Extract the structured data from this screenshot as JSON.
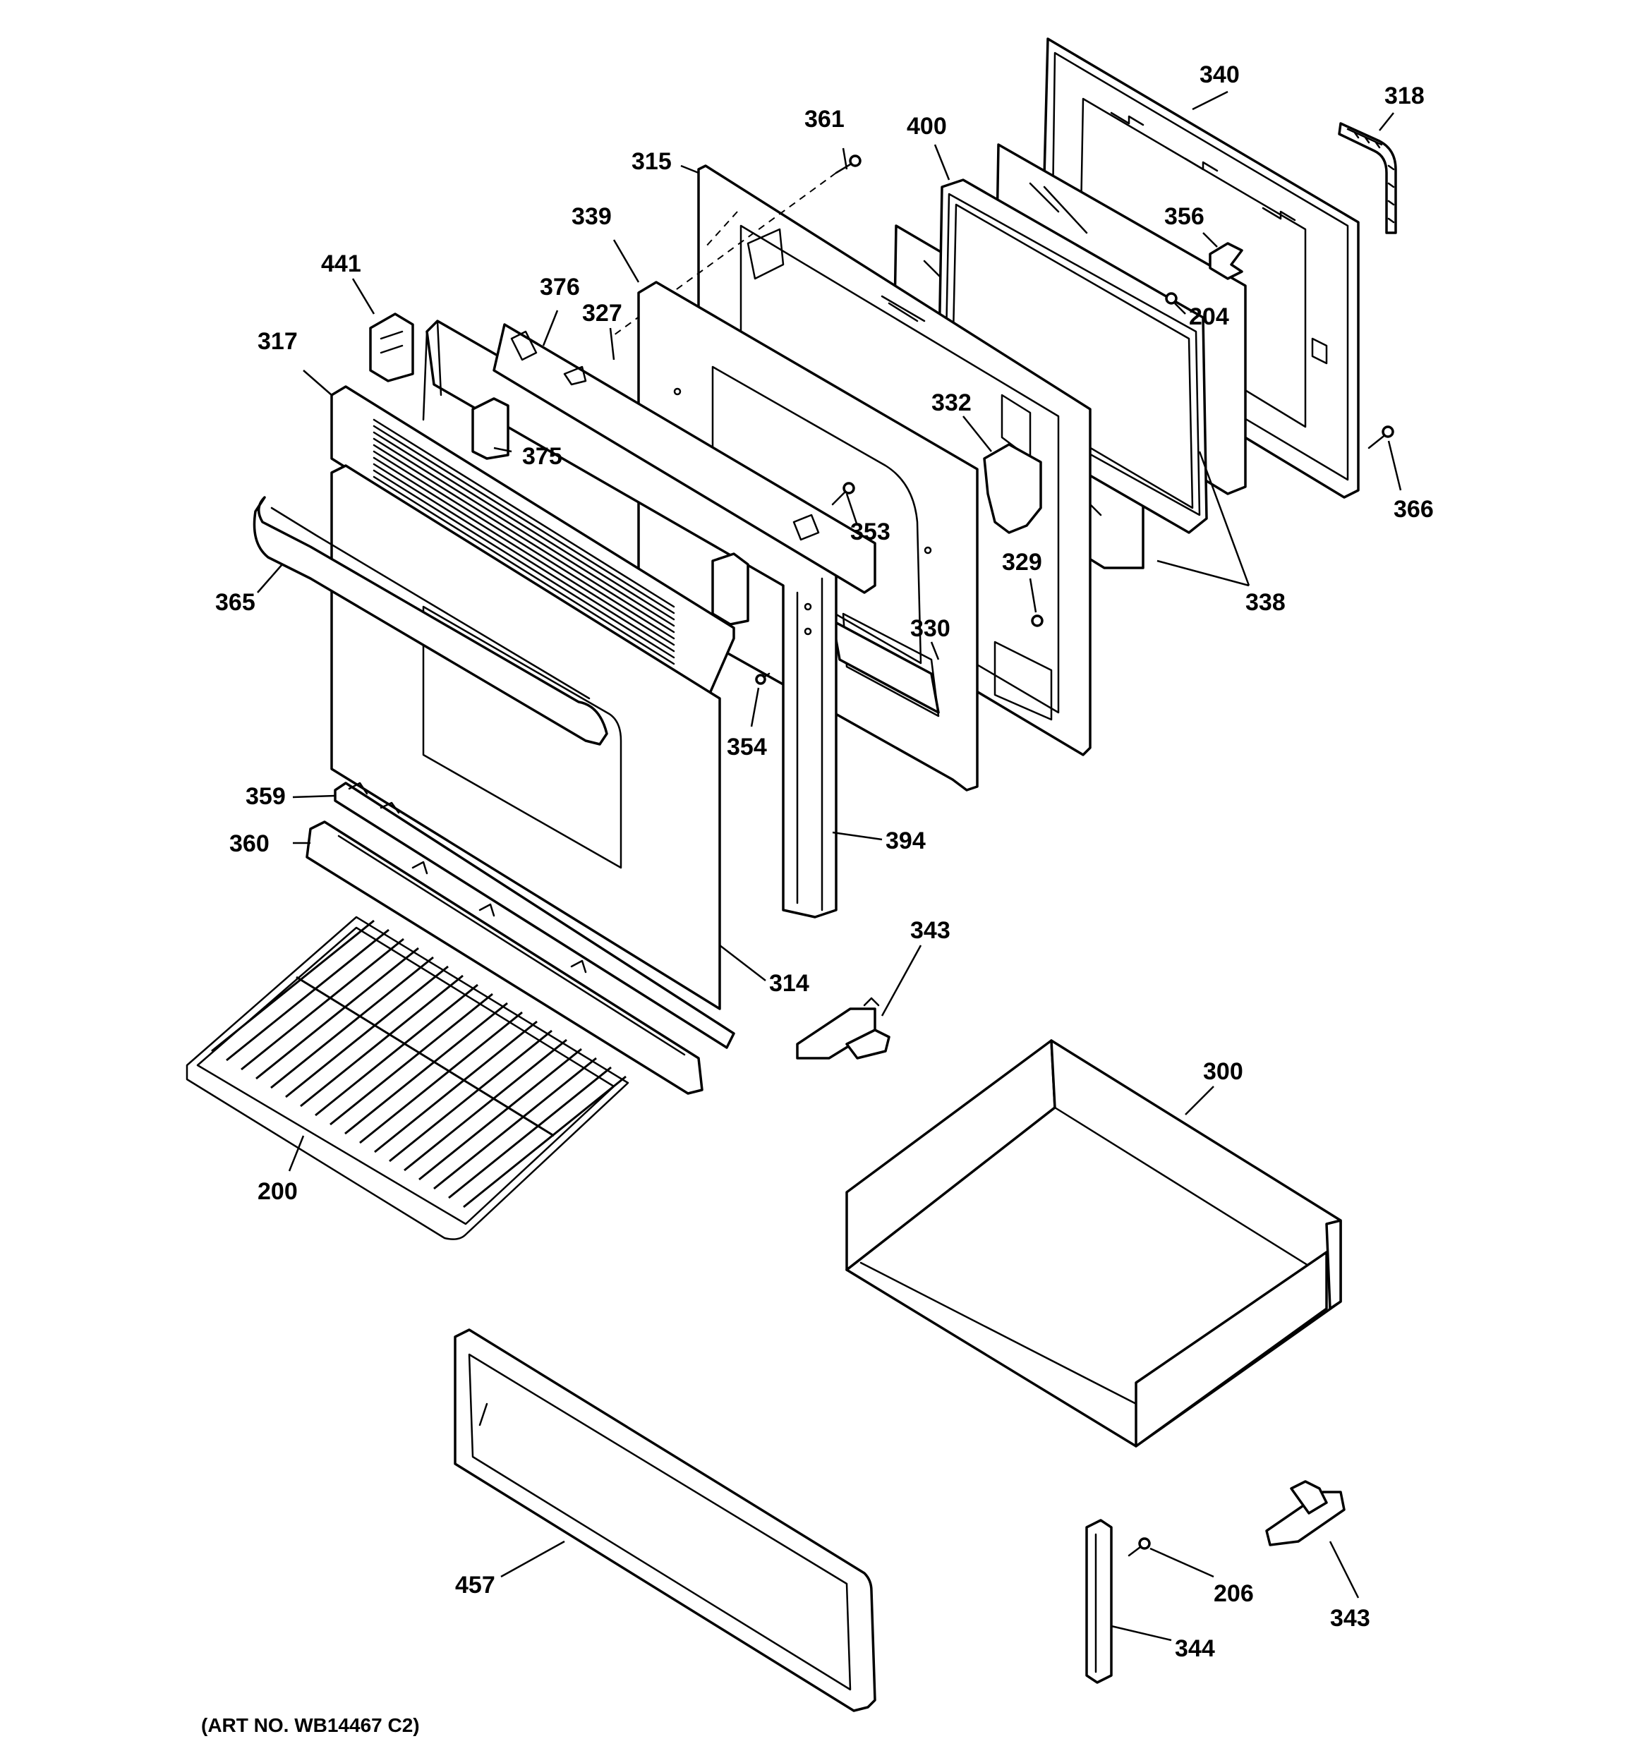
{
  "art_number": "(ART NO. WB14467 C2)",
  "callouts": [
    {
      "id": "c340",
      "label": "340"
    },
    {
      "id": "c318",
      "label": "318"
    },
    {
      "id": "c361",
      "label": "361"
    },
    {
      "id": "c400",
      "label": "400"
    },
    {
      "id": "c315",
      "label": "315"
    },
    {
      "id": "c356",
      "label": "356"
    },
    {
      "id": "c339",
      "label": "339"
    },
    {
      "id": "c204",
      "label": "204"
    },
    {
      "id": "c441",
      "label": "441"
    },
    {
      "id": "c376",
      "label": "376"
    },
    {
      "id": "c327",
      "label": "327"
    },
    {
      "id": "c317",
      "label": "317"
    },
    {
      "id": "c332",
      "label": "332"
    },
    {
      "id": "c375",
      "label": "375"
    },
    {
      "id": "c366",
      "label": "366"
    },
    {
      "id": "c353",
      "label": "353"
    },
    {
      "id": "c365",
      "label": "365"
    },
    {
      "id": "c329",
      "label": "329"
    },
    {
      "id": "c338",
      "label": "338"
    },
    {
      "id": "c330",
      "label": "330"
    },
    {
      "id": "c354",
      "label": "354"
    },
    {
      "id": "c359",
      "label": "359"
    },
    {
      "id": "c360",
      "label": "360"
    },
    {
      "id": "c394",
      "label": "394"
    },
    {
      "id": "c343a",
      "label": "343"
    },
    {
      "id": "c314",
      "label": "314"
    },
    {
      "id": "c300",
      "label": "300"
    },
    {
      "id": "c200",
      "label": "200"
    },
    {
      "id": "c457",
      "label": "457"
    },
    {
      "id": "c206",
      "label": "206"
    },
    {
      "id": "c343b",
      "label": "343"
    },
    {
      "id": "c344",
      "label": "344"
    }
  ]
}
